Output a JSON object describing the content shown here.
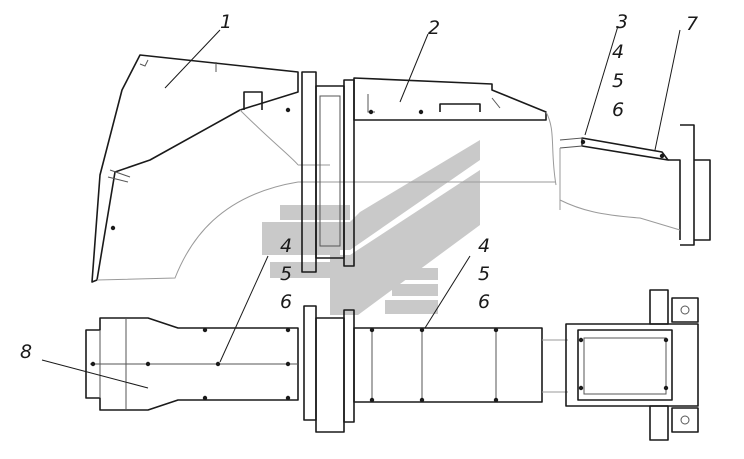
{
  "diagram": {
    "callouts": {
      "c1": "1",
      "c2": "2",
      "c3": "3",
      "c4a": "4",
      "c5a": "5",
      "c6a": "6",
      "c7": "7",
      "c4b": "4",
      "c5b": "5",
      "c6b": "6",
      "c4c": "4",
      "c5c": "5",
      "c6c": "6",
      "c8": "8"
    }
  }
}
